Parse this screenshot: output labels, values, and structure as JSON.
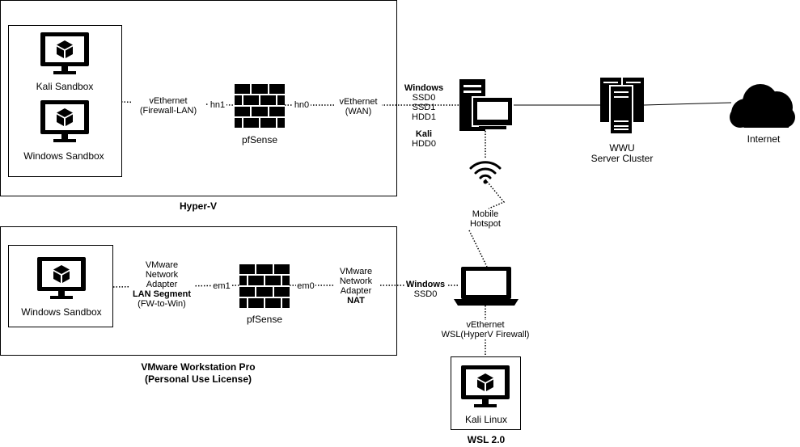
{
  "hyperv": {
    "title": "Hyper-V",
    "kali_sandbox": "Kali Sandbox",
    "windows_sandbox": "Windows Sandbox",
    "vethernet_lan": [
      "vEthernet",
      "(Firewall-LAN)"
    ],
    "hn1": "hn1",
    "pfsense": "pfSense",
    "hn0": "hn0",
    "vethernet_wan": [
      "vEthernet",
      "(WAN)"
    ]
  },
  "desktop": {
    "windows_title": "Windows",
    "windows_disks": [
      "SSD0",
      "SSD1",
      "HDD1"
    ],
    "kali_title": "Kali",
    "kali_disks": [
      "HDD0"
    ]
  },
  "cluster": {
    "label": [
      "WWU",
      "Server Cluster"
    ]
  },
  "internet": {
    "label": "Internet"
  },
  "hotspot": {
    "label": [
      "Mobile",
      "Hotspot"
    ]
  },
  "vmware": {
    "title": [
      "VMware Workstation Pro",
      "(Personal Use License)"
    ],
    "windows_sandbox": "Windows Sandbox",
    "adapter_lan": [
      "VMware",
      "Network",
      "Adapter"
    ],
    "lan_segment": "LAN Segment",
    "fw_to_win": "(FW-to-Win)",
    "em1": "em1",
    "pfsense": "pfSense",
    "em0": "em0",
    "adapter_nat": [
      "VMware",
      "Network",
      "Adapter"
    ],
    "nat": "NAT"
  },
  "laptop": {
    "title": "Windows",
    "disk": "SSD0"
  },
  "wsl_link": {
    "label": [
      "vEthernet",
      "WSL(HyperV Firewall)"
    ]
  },
  "wsl": {
    "vm": "Kali Linux",
    "title": "WSL 2.0"
  }
}
